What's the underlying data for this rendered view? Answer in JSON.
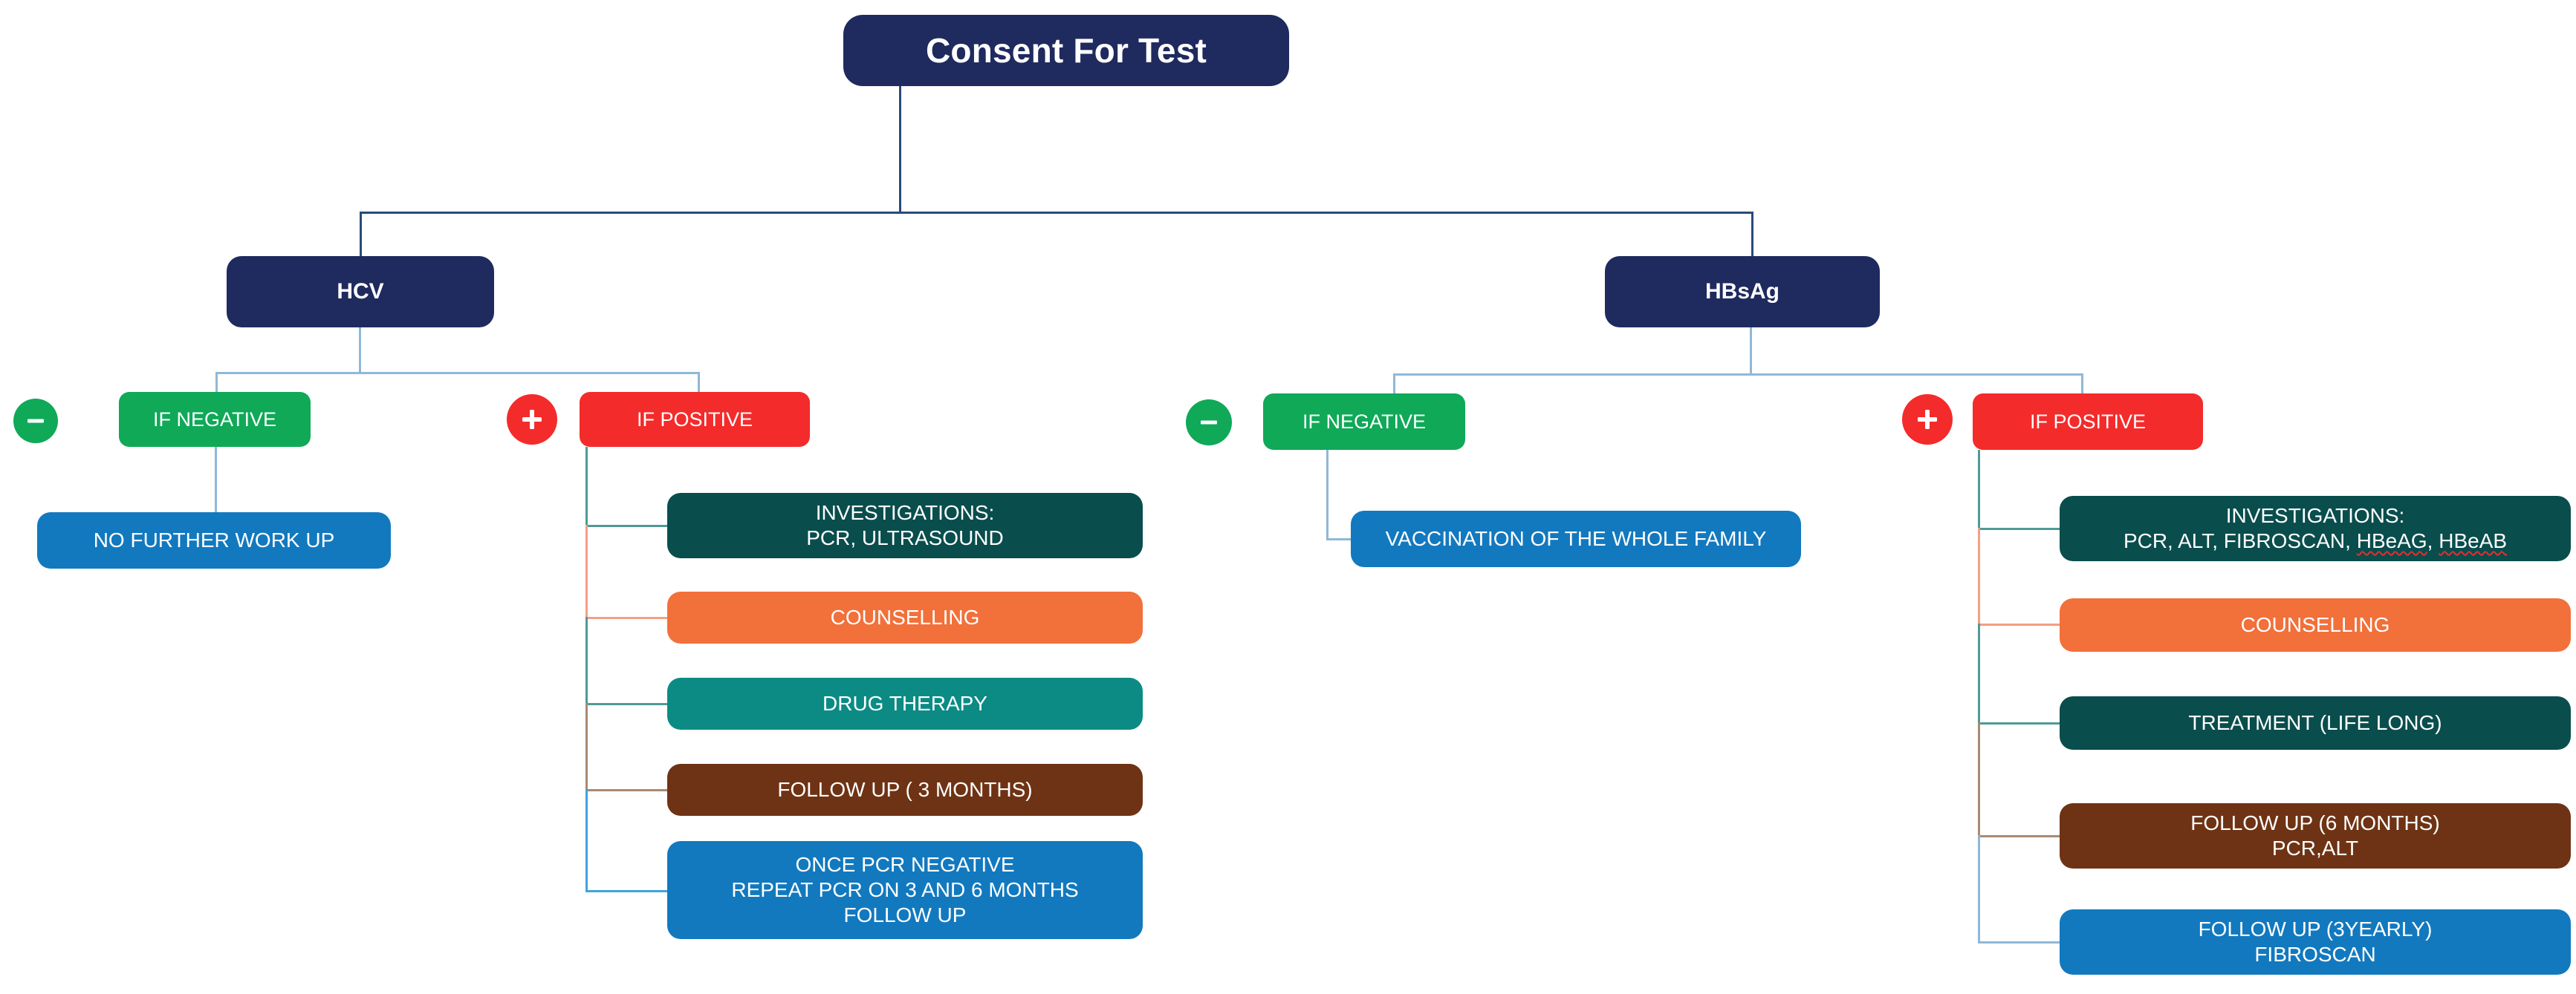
{
  "diagram": {
    "title": "Consent For Test",
    "root": {
      "label": "Consent For Test"
    },
    "branches": [
      {
        "id": "hcv",
        "label": "HCV",
        "negative": {
          "badge": "minus-icon",
          "label": "IF NEGATIVE",
          "outcomes": [
            {
              "label": "NO FURTHER WORK UP",
              "color": "#1279bf"
            }
          ]
        },
        "positive": {
          "badge": "plus-icon",
          "label": "IF POSITIVE",
          "outcomes": [
            {
              "line1": "INVESTIGATIONS:",
              "line2": "PCR, ULTRASOUND",
              "color": "#0a4d4d"
            },
            {
              "line1": "COUNSELLING",
              "line2": "",
              "color": "#f2703a"
            },
            {
              "line1": "DRUG THERAPY",
              "line2": "",
              "color": "#0c8b85"
            },
            {
              "line1": "FOLLOW UP ( 3 MONTHS)",
              "line2": "",
              "color": "#6e3314"
            },
            {
              "line1": "ONCE PCR NEGATIVE",
              "line2": "REPEAT PCR ON 3 AND 6 MONTHS",
              "line3": "FOLLOW UP",
              "color": "#1279bf"
            }
          ]
        }
      },
      {
        "id": "hbsag",
        "label": "HBsAg",
        "negative": {
          "badge": "minus-icon",
          "label": "IF NEGATIVE",
          "outcomes": [
            {
              "label": "VACCINATION OF THE WHOLE FAMILY",
              "color": "#1279bf"
            }
          ]
        },
        "positive": {
          "badge": "plus-icon",
          "label": "IF POSITIVE",
          "outcomes": [
            {
              "line1": "INVESTIGATIONS:",
              "line2_a": "PCR, ALT, FIBROSCAN, ",
              "line2_b": "HBeAG",
              "line2_c": ", ",
              "line2_d": "HBeAB",
              "color": "#0a4d4d"
            },
            {
              "line1": "COUNSELLING",
              "line2": "",
              "color": "#f2703a"
            },
            {
              "line1": "TREATMENT (LIFE LONG)",
              "line2": "",
              "color": "#0a4d4d"
            },
            {
              "line1": "FOLLOW UP (6 MONTHS)",
              "line2": "PCR,ALT",
              "color": "#6e3314"
            },
            {
              "line1": "FOLLOW UP (3YEARLY)",
              "line2": "FIBROSCAN",
              "color": "#1279bf"
            }
          ]
        }
      }
    ],
    "colors": {
      "navy": "#1f2a5e",
      "green": "#0fa958",
      "red": "#f42b2b",
      "blue": "#1279bf",
      "teal_dark": "#0a4d4d",
      "orange": "#f2703a",
      "teal": "#0c8b85",
      "brown": "#6e3314",
      "connector_light_blue": "#8fb8d8"
    }
  }
}
